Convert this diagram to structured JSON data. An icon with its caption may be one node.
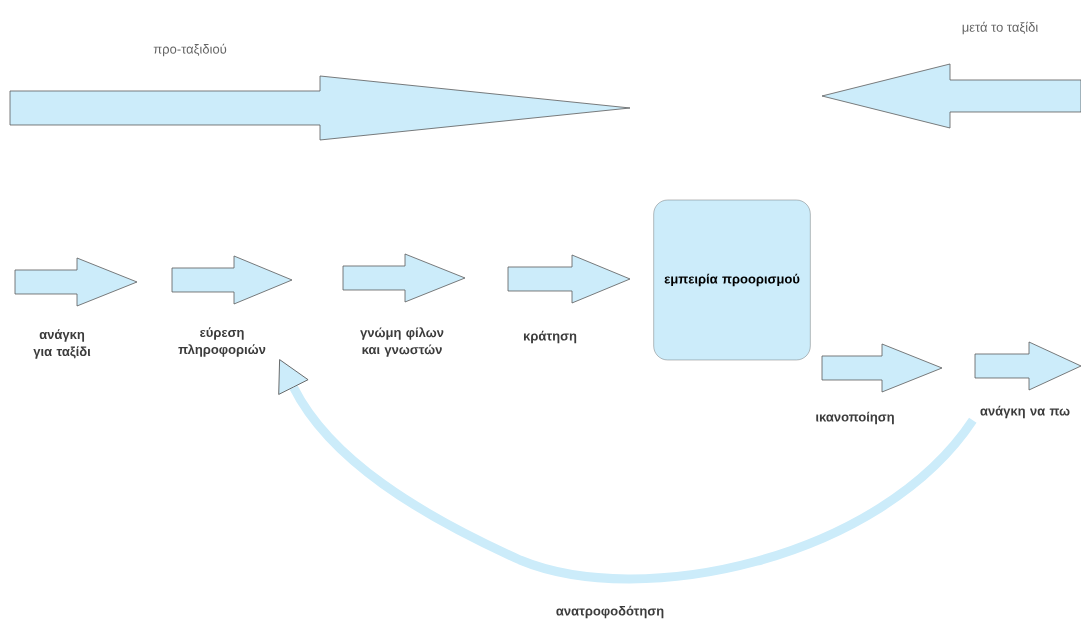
{
  "diagram": {
    "nodes": [
      {
        "text": [
          "ανάγκη για ταξίδι"
        ]
      },
      {
        "text": [
          "εύρεση πληροφοριών"
        ]
      },
      {
        "text": [
          "γνώμη φίλων και γνωστών"
        ]
      },
      {
        "text": [
          "κράτηση"
        ]
      },
      {
        "text": [
          "εμπειρία προορισμού"
        ]
      },
      {
        "text": [
          "ικανοποίηση"
        ]
      },
      {
        "text": [
          "ανάγκη να πω"
        ]
      }
    ],
    "edges": [
      {
        "from": 6,
        "to": 1,
        "arrow": "to",
        "label": "ανατροφοδότηση"
      }
    ],
    "labels": [
      "προ-ταξιδιού",
      "μετά το ταξίδι"
    ]
  }
}
